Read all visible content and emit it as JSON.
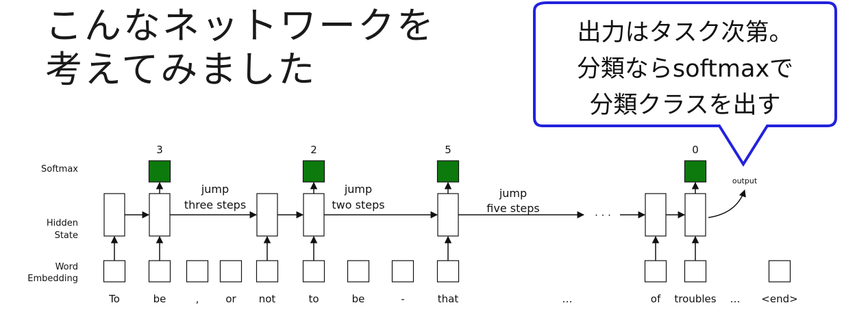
{
  "title": {
    "line1": "こんなネットワークを",
    "line2": "考えてみました"
  },
  "callout": {
    "lines": [
      "出力はタスク次第。",
      "分類ならsoftmaxで",
      "分類クラスを出す"
    ]
  },
  "row_labels": {
    "softmax": "Softmax",
    "hidden_1": "Hidden",
    "hidden_2": "State",
    "embed_1": "Word",
    "embed_2": "Embedding"
  },
  "words": [
    "To",
    "be",
    ",",
    "or",
    "not",
    "to",
    "be",
    "-",
    "that",
    "…",
    "of",
    "troubles",
    "…",
    "<end>"
  ],
  "jumps": [
    {
      "line1": "jump",
      "line2": "three steps"
    },
    {
      "line1": "jump",
      "line2": "two steps"
    },
    {
      "line1": "jump",
      "line2": "five steps"
    }
  ],
  "softmax_outputs": [
    "3",
    "2",
    "5",
    "0"
  ],
  "ellipsis": "· · ·",
  "output_label": "output",
  "colors": {
    "softmax_fill": "#0d7a0d",
    "callout_border": "#2222dd",
    "line": "#111111"
  }
}
